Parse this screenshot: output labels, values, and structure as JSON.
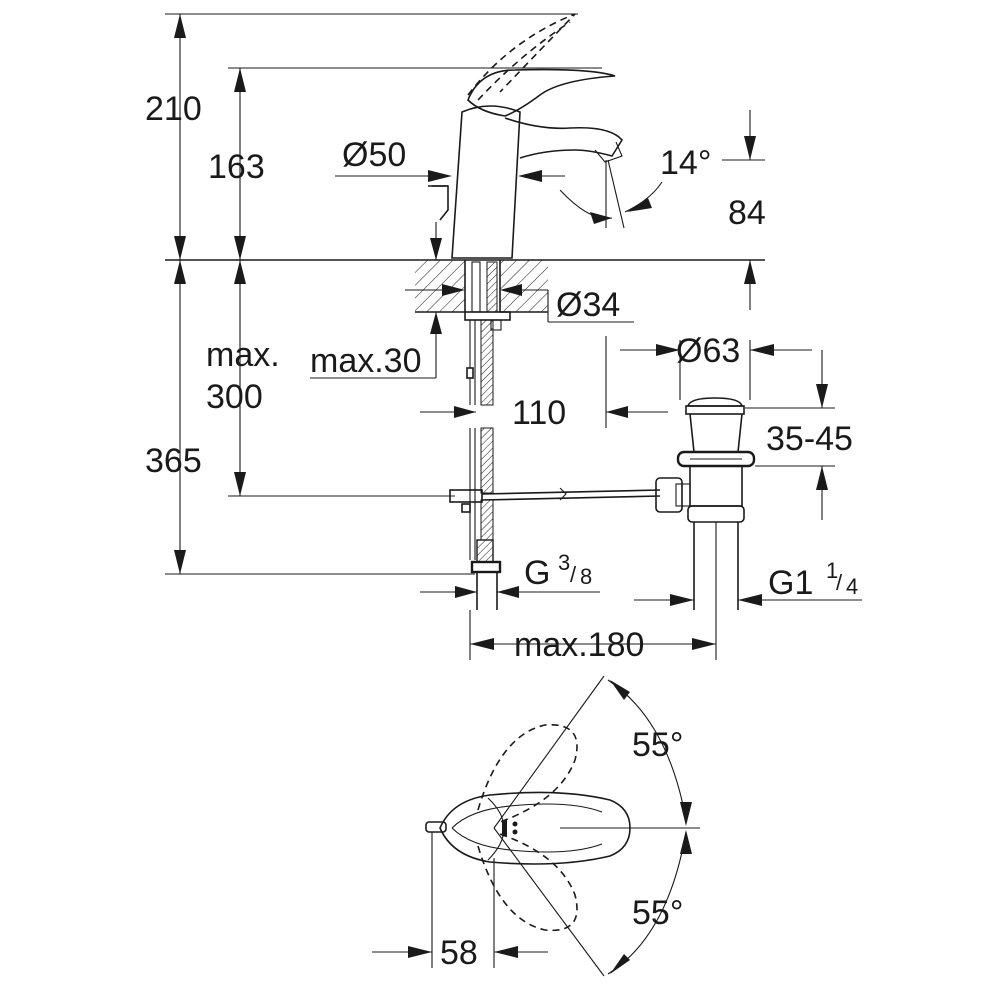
{
  "dimensions": {
    "total_height": "210",
    "spout_height": "163",
    "body_diameter": "Ø50",
    "outlet_angle": "14°",
    "outlet_height": "84",
    "hole_diameter": "Ø34",
    "max_deck_label": "max.",
    "max_deck_value": "300",
    "max_thickness": "max.30",
    "waste_offset": "110",
    "waste_diameter": "Ø63",
    "waste_height": "35-45",
    "below_deck": "365",
    "connector_main": "G",
    "connector_num": "3",
    "connector_den": "8",
    "waste_thread_main": "G1",
    "waste_thread_num": "1",
    "waste_thread_den": "4",
    "max_reach": "max.180",
    "lever_angle_top": "55°",
    "lever_angle_bottom": "55°",
    "plan_offset": "58"
  }
}
